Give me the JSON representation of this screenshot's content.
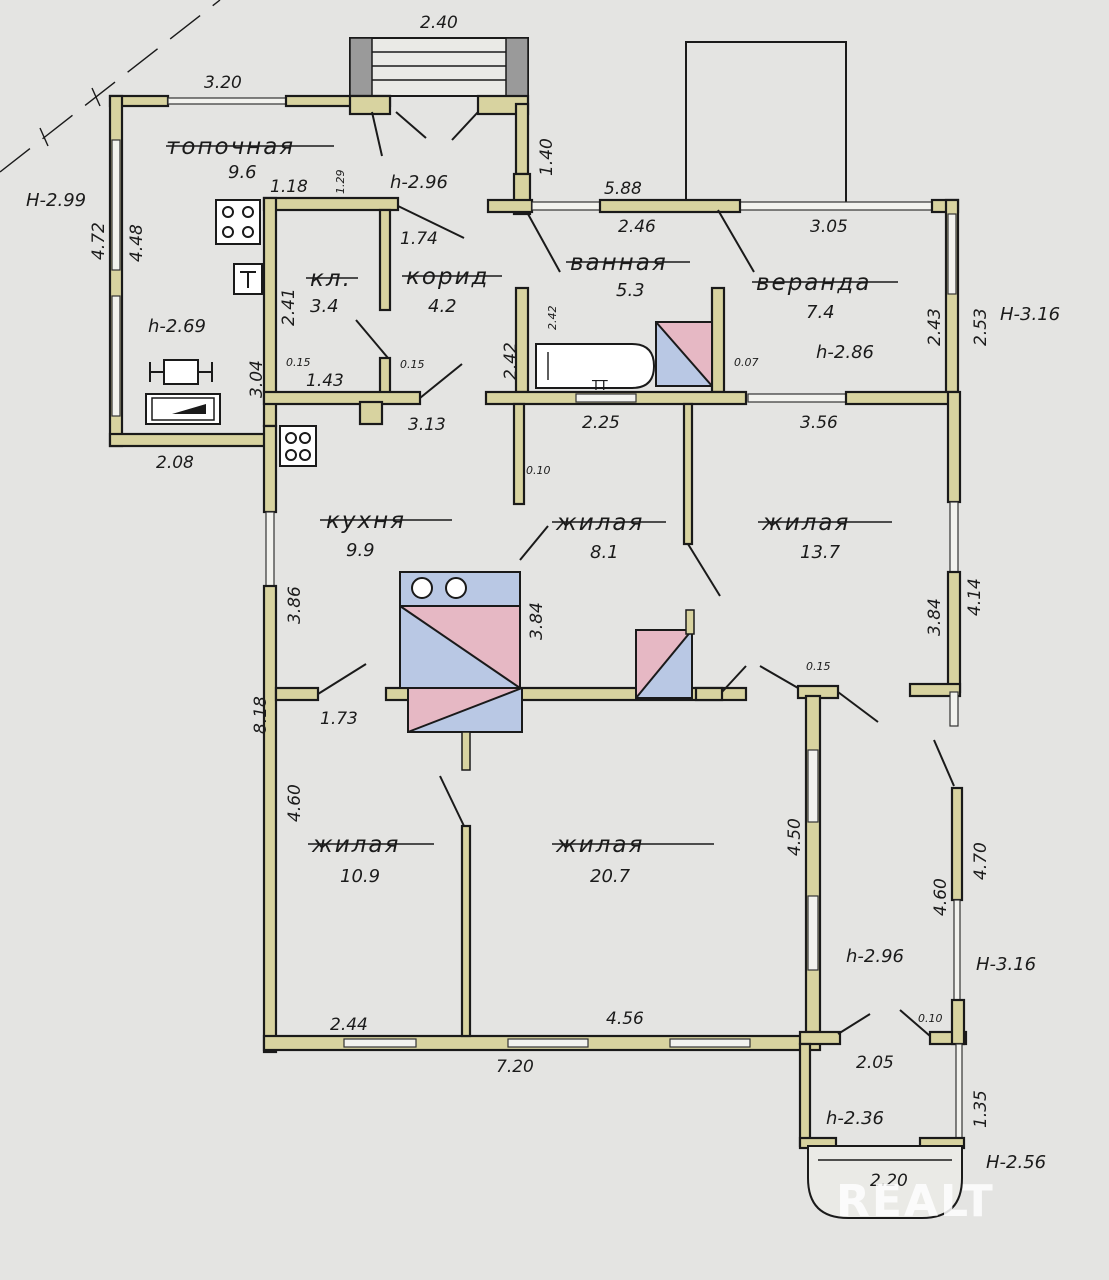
{
  "rooms": {
    "topochnaya": {
      "name": "топочная",
      "area": "9.6",
      "height": "h-2.69"
    },
    "kladovaya": {
      "name": "кл.",
      "area": "3.4"
    },
    "koridor": {
      "name": "корид",
      "area": "4.2"
    },
    "vannaya": {
      "name": "ванная",
      "area": "5.3"
    },
    "veranda": {
      "name": "веранда",
      "area": "7.4",
      "height": "h-2.86"
    },
    "kukhnya": {
      "name": "кухня",
      "area": "9.9"
    },
    "zhilaya1": {
      "name": "жилая",
      "area": "8.1"
    },
    "zhilaya2": {
      "name": "жилая",
      "area": "13.7"
    },
    "zhilaya3": {
      "name": "жилая",
      "area": "10.9"
    },
    "zhilaya4": {
      "name": "жилая",
      "area": "20.7"
    }
  },
  "heights": {
    "h_entry": "h-2.96",
    "h_porch": "h-2.96",
    "h_small_porch": "h-2.36",
    "H_left": "H-2.99",
    "H_right_top": "H-3.16",
    "H_right_bottom": "H-3.16",
    "H_bottom": "H-2.56"
  },
  "dimensions": {
    "d_240": "2.40",
    "d_320": "3.20",
    "d_472": "4.72",
    "d_448": "4.48",
    "d_140": "1.40",
    "d_118": "1.18",
    "d_129": "1.29",
    "d_174": "1.74",
    "d_588": "5.88",
    "d_246": "2.46",
    "d_305": "3.05",
    "d_243": "2.43",
    "d_253": "2.53",
    "d_241": "2.41",
    "d_242a": "2.42",
    "d_242b": "2.42",
    "d_304": "3.04",
    "d_015a": "0.15",
    "d_143": "1.43",
    "d_015b": "0.15",
    "d_313": "3.13",
    "d_007": "0.07",
    "d_208": "2.08",
    "d_225": "2.25",
    "d_356": "3.56",
    "d_010a": "0.10",
    "d_386": "3.86",
    "d_384a": "3.84",
    "d_384b": "3.84",
    "d_414": "4.14",
    "d_818": "8.18",
    "d_173": "1.73",
    "d_015c": "0.15",
    "d_460a": "4.60",
    "d_450": "4.50",
    "d_460b": "4.60",
    "d_470": "4.70",
    "d_244": "2.44",
    "d_456": "4.56",
    "d_720": "7.20",
    "d_205": "2.05",
    "d_010b": "0.10",
    "d_135": "1.35",
    "d_220": "2.20"
  },
  "watermark": "REALT",
  "colors": {
    "wall": "#d8d3a0",
    "stove_red": "#e6b8c4",
    "stove_blue": "#b9c8e4",
    "paper": "#e4e4e2"
  }
}
